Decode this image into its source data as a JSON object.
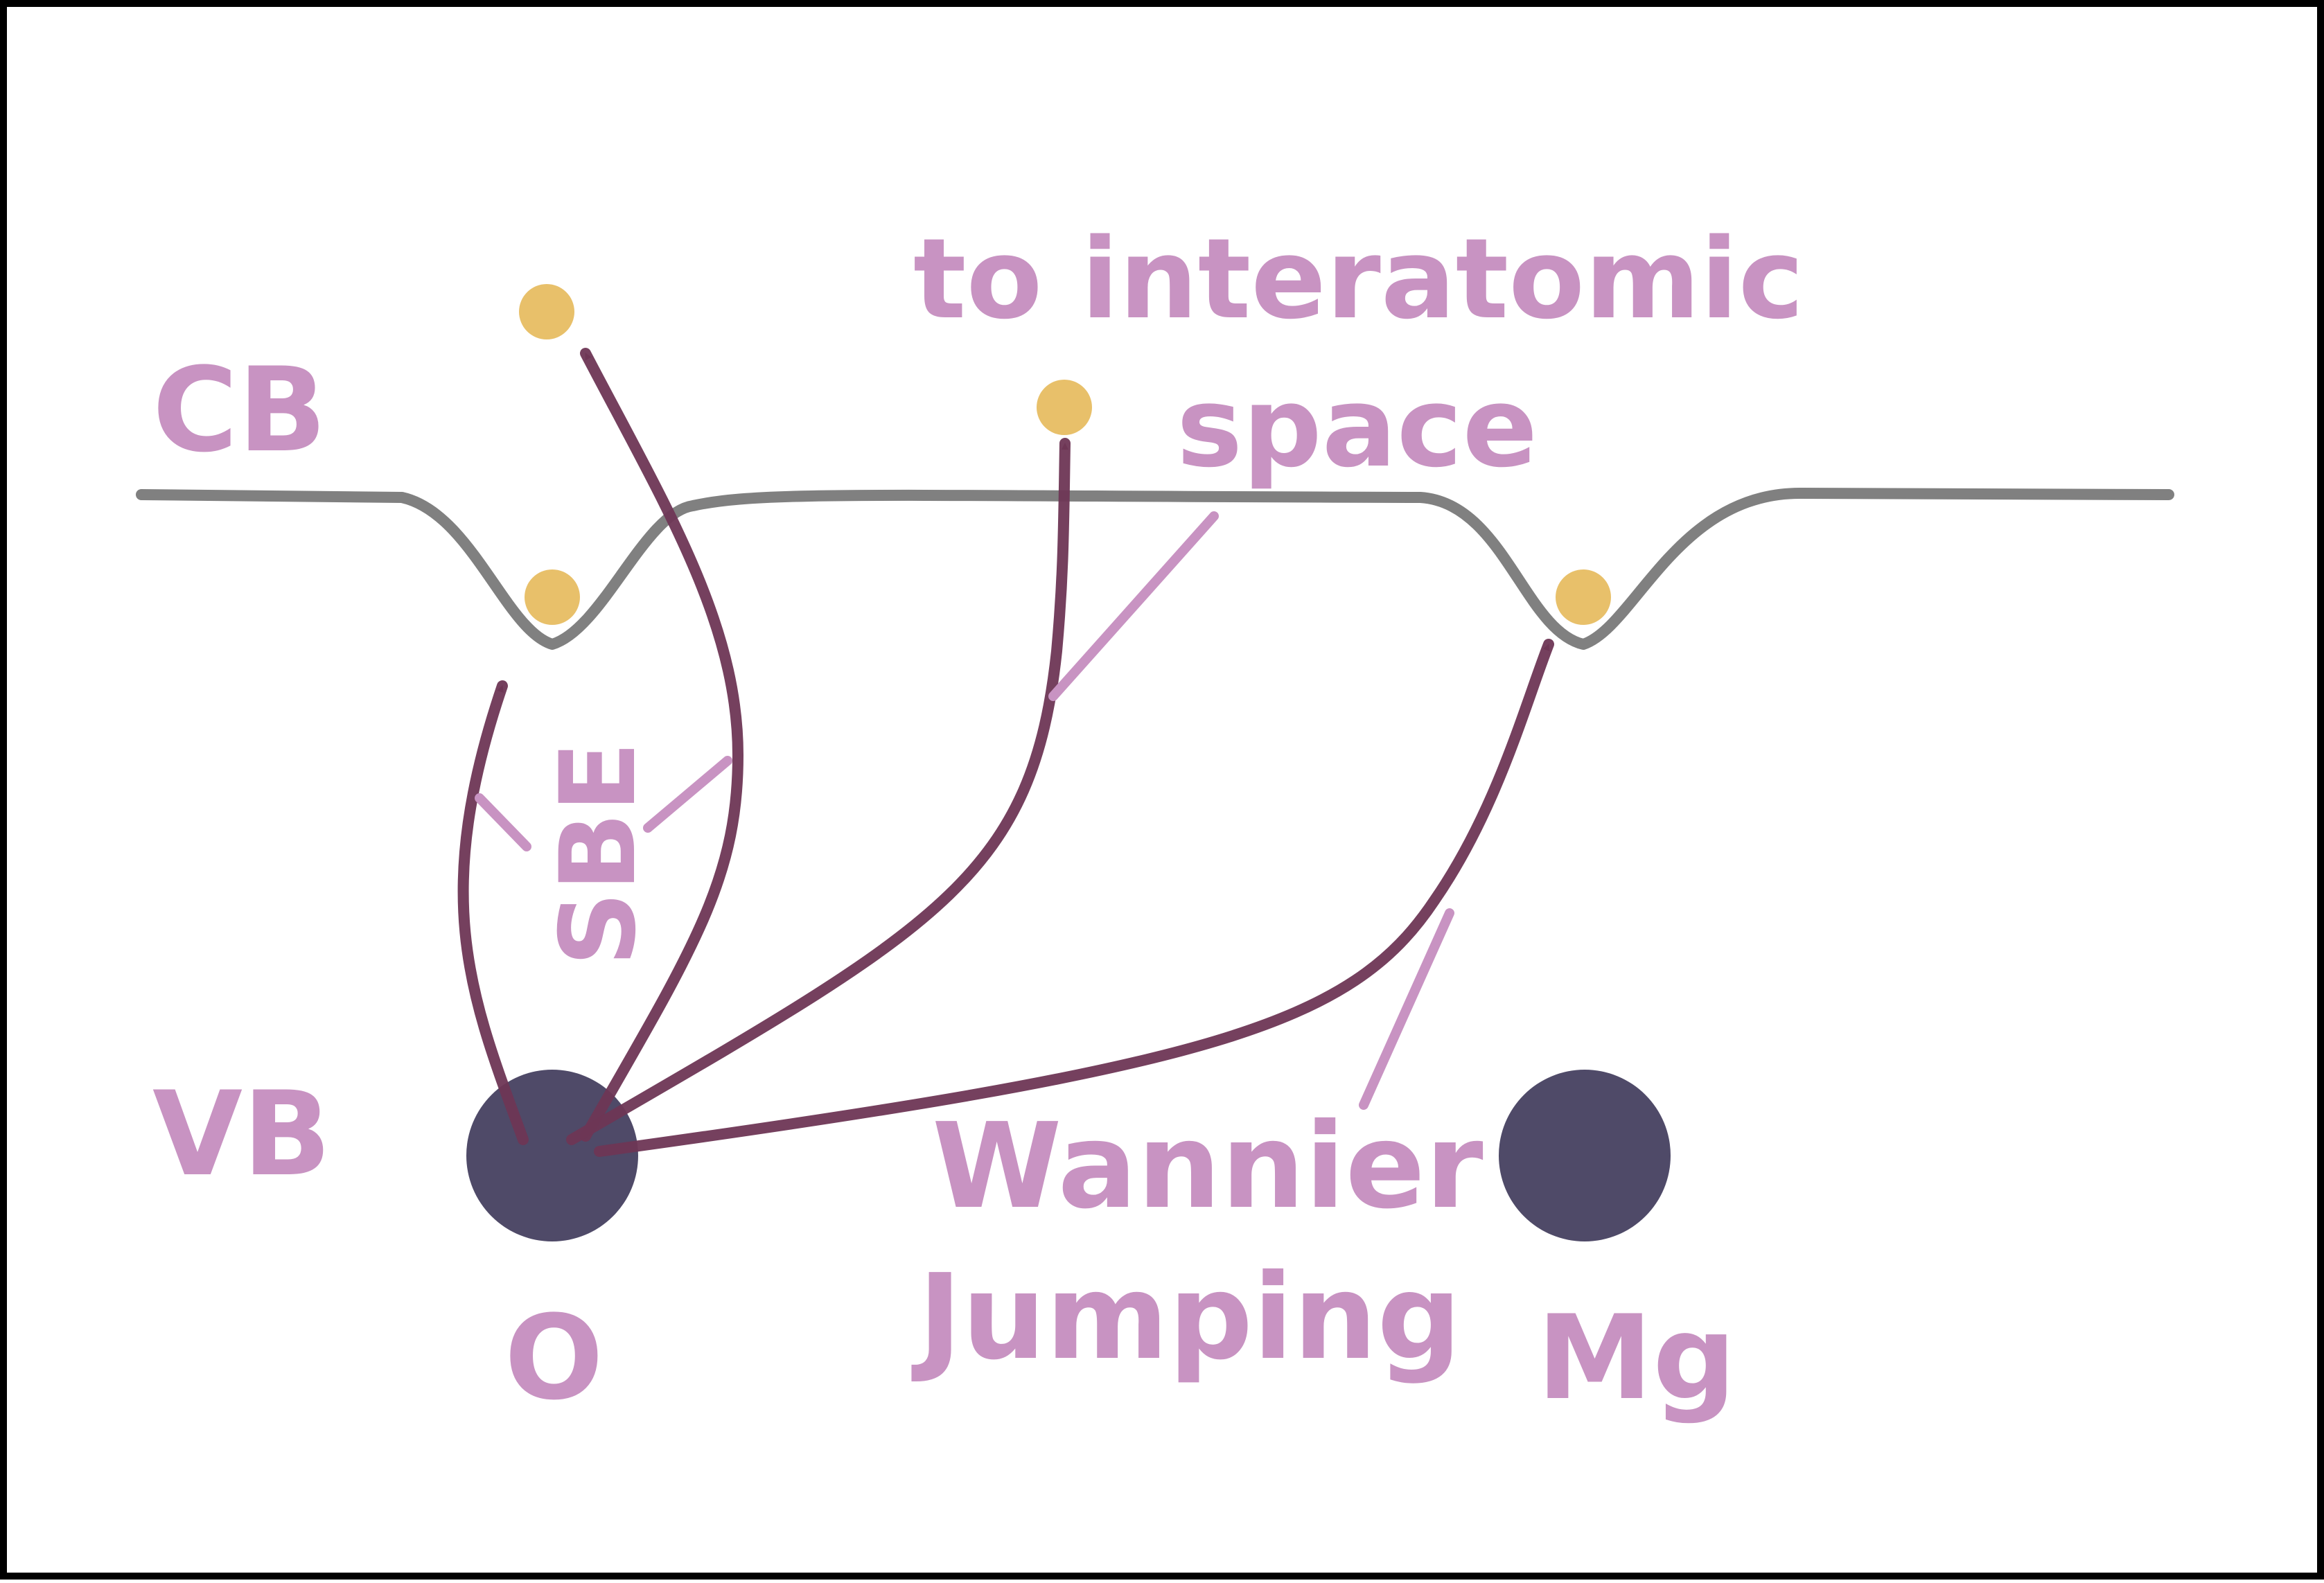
{
  "labels": {
    "cb": "CB",
    "vb": "VB",
    "o_atom": "O",
    "mg_atom": "Mg",
    "sbe": "SBE",
    "interatomic_line1": "to interatomic",
    "interatomic_line2": "space",
    "wannier_line1": "Wannier",
    "wannier_line2": "Jumping"
  },
  "colors": {
    "label": "#c893c2",
    "arrow": "#6e3655",
    "atom": "#4f4a68",
    "electron": "#e8c06a",
    "band": "#808080",
    "frame": "#000000",
    "background": "#ffffff"
  }
}
